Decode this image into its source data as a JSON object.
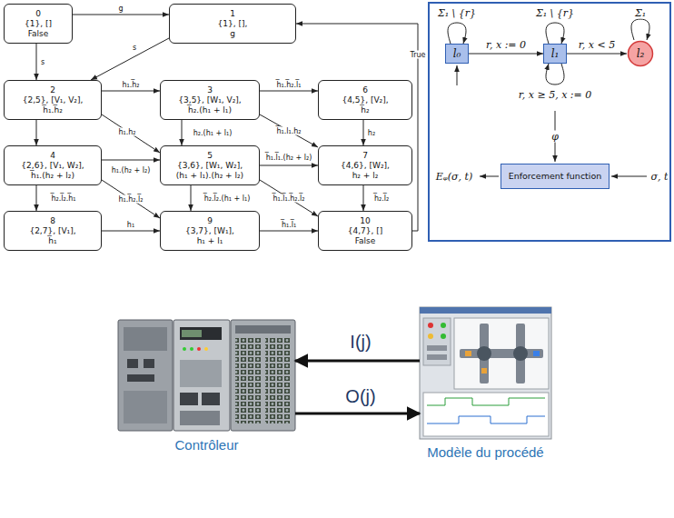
{
  "diagram": {
    "nodes": [
      {
        "text": [
          "0",
          "{1}, []",
          "False"
        ]
      },
      {
        "text": [
          "1",
          "{1}, [],",
          "g"
        ]
      },
      {
        "text": [
          "2",
          "{2,5}, [V₁, V₂],",
          "h̅₁.h̅₂"
        ]
      },
      {
        "text": [
          "3",
          "{3,5}, [W₁, V₂],",
          "h̅₂.(h₁ + l₁)"
        ]
      },
      {
        "text": [
          "4",
          "{2,6}, [V₁, W₂],",
          "h̅₁.(h₂ + l₂)"
        ]
      },
      {
        "text": [
          "5",
          "{3,6}, [W₁, W₂],",
          "(h₁ + l₁).(h₂ + l₂)"
        ]
      },
      {
        "text": [
          "6",
          "{4,5}, [V₂],",
          "h̅₂"
        ]
      },
      {
        "text": [
          "7",
          "{4,6}, [W₂],",
          "h₂ + l₂"
        ]
      },
      {
        "text": [
          "8",
          "{2,7}, [V₁],",
          "h̅₁"
        ]
      },
      {
        "text": [
          "9",
          "{3,7}, [W₁],",
          "h₁ + l₁"
        ]
      },
      {
        "text": [
          "10",
          "{4,7}, []",
          "False"
        ]
      },
      {
        "text": [
          "l₀"
        ]
      },
      {
        "text": [
          "l₁"
        ]
      },
      {
        "text": [
          "l₂"
        ]
      },
      {
        "text": [
          "Enforcement function"
        ]
      },
      {
        "text": [
          "Contrôleur"
        ]
      },
      {
        "text": [
          "Modèle du procédé"
        ]
      }
    ],
    "edges": [
      {
        "from": 0,
        "to": 1,
        "arrow": "to",
        "label": "g"
      },
      {
        "from": 0,
        "to": 2,
        "arrow": "to",
        "label": "s"
      },
      {
        "from": 1,
        "to": 2,
        "arrow": "to",
        "label": "s"
      },
      {
        "from": 2,
        "to": 3,
        "arrow": "to",
        "label": "h₁.h̅₂"
      },
      {
        "from": 2,
        "to": 4,
        "arrow": "to"
      },
      {
        "from": 2,
        "to": 5,
        "arrow": "to",
        "label": "h₁.h₂"
      },
      {
        "from": 3,
        "to": 5,
        "arrow": "to",
        "label": "h₂.(h₁ + l₁)"
      },
      {
        "from": 3,
        "to": 6,
        "arrow": "to",
        "label": "h̅₁.h̅₂.l̅₁"
      },
      {
        "from": 3,
        "to": 7,
        "arrow": "to",
        "label": "h̅₁.l₁.h₂"
      },
      {
        "from": 4,
        "to": 5,
        "arrow": "to",
        "label": "h₁.(h₂ + l₂)"
      },
      {
        "from": 4,
        "to": 8,
        "arrow": "to",
        "label": "h̅₂.l̅₂.h̅₁"
      },
      {
        "from": 4,
        "to": 9,
        "arrow": "to",
        "label": "h₁.h̅₂.l̅₂"
      },
      {
        "from": 5,
        "to": 7,
        "arrow": "to",
        "label": "h̅₁.l̅₁.(h₂ + l₂)"
      },
      {
        "from": 5,
        "to": 9,
        "arrow": "to",
        "label": "h̅₂.l̅₂.(h₁ + l₁)"
      },
      {
        "from": 5,
        "to": 10,
        "arrow": "to",
        "label": "h̅₁.l̅₁.h̅₂.l̅₂"
      },
      {
        "from": 6,
        "to": 7,
        "arrow": "to",
        "label": "h₂"
      },
      {
        "from": 7,
        "to": 10,
        "arrow": "to",
        "label": "h̅₂.l̅₂"
      },
      {
        "from": 8,
        "to": 9,
        "arrow": "to",
        "label": "h₁"
      },
      {
        "from": 9,
        "to": 10,
        "arrow": "to",
        "label": "h̅₁.l̅₁"
      },
      {
        "from": 10,
        "to": 1,
        "arrow": "to",
        "label": "True"
      },
      {
        "from": 11,
        "to": 11,
        "arrow": "to",
        "label": "Σ₁ \\ {r}"
      },
      {
        "from": 11,
        "to": 12,
        "arrow": "to",
        "label": "r, x := 0"
      },
      {
        "from": 12,
        "to": 12,
        "arrow": "to",
        "label": "Σ₁ \\ {r}"
      },
      {
        "from": 12,
        "to": 12,
        "arrow": "to",
        "label": "r, x ≥ 5, x := 0"
      },
      {
        "from": 12,
        "to": 13,
        "arrow": "to",
        "label": "r, x < 5"
      },
      {
        "from": 13,
        "to": 13,
        "arrow": "to",
        "label": "Σ₁"
      },
      {
        "from": 16,
        "to": 15,
        "arrow": "to",
        "label": "I(j)"
      },
      {
        "from": 15,
        "to": 16,
        "arrow": "to",
        "label": "O(j)"
      }
    ],
    "labels": [
      "φ",
      "Eᵩ(σ, t)",
      "σ, t"
    ]
  }
}
